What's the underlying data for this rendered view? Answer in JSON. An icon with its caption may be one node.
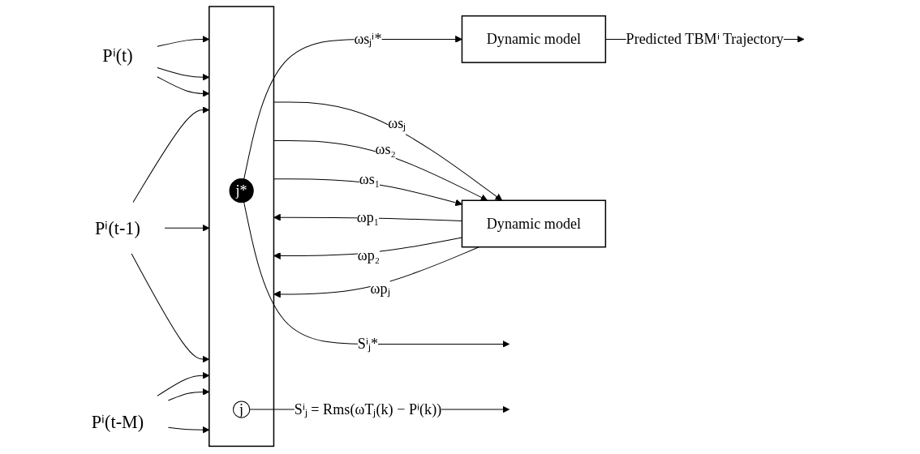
{
  "diagram": {
    "nodes": [
      {
        "text": [
          "Pⁱ(t)"
        ]
      },
      {
        "text": [
          "Pⁱ(t-1)"
        ]
      },
      {
        "text": [
          "Pⁱ(t-M)"
        ]
      },
      {
        "text": [],
        "shape": "parallelogram"
      },
      {
        "text": [
          "j*"
        ],
        "in": 3
      },
      {
        "text": [
          "j"
        ],
        "in": 3
      },
      {
        "text": [
          "Dynamic model"
        ]
      },
      {
        "text": [
          "Dynamic model"
        ]
      }
    ],
    "edges": [
      {
        "from": 0,
        "to": 3,
        "arrow": "to"
      },
      {
        "from": 0,
        "to": 3,
        "arrow": "to"
      },
      {
        "from": 0,
        "to": 3,
        "arrow": "to"
      },
      {
        "from": 1,
        "to": 3,
        "arrow": "to"
      },
      {
        "from": 1,
        "to": 3,
        "arrow": "to"
      },
      {
        "from": 1,
        "to": 3,
        "arrow": "to"
      },
      {
        "from": 2,
        "to": 3,
        "arrow": "to"
      },
      {
        "from": 2,
        "to": 3,
        "arrow": "to"
      },
      {
        "from": 2,
        "to": 3,
        "arrow": "to"
      },
      {
        "from": 4,
        "to": null,
        "arrow": "to",
        "label": "Sⁱⱼ*"
      },
      {
        "from": 5,
        "to": null,
        "arrow": "to",
        "label": "Sⁱⱼ = Rms(ωTⱼ(k) − Pⁱ(k))"
      },
      {
        "from": 4,
        "to": 6,
        "arrow": "to",
        "label": "ωsⱼⁱ*"
      },
      {
        "from": 6,
        "to": null,
        "arrow": "to",
        "label": "Predicted TBMⁱ Trajectory"
      },
      {
        "from": 7,
        "to": 3,
        "arrow": "to",
        "label": "ωp₁"
      },
      {
        "from": 7,
        "to": 3,
        "arrow": "to",
        "label": "ωp₂"
      },
      {
        "from": 7,
        "to": 3,
        "arrow": "to",
        "label": "ωpⱼ"
      },
      {
        "from": 3,
        "to": 7,
        "arrow": "to",
        "label": "ωsⱼ"
      },
      {
        "from": 3,
        "to": 7,
        "arrow": "to",
        "label": "ωs₂"
      },
      {
        "from": 3,
        "to": 7,
        "arrow": "to",
        "label": "ωs₁"
      }
    ]
  }
}
